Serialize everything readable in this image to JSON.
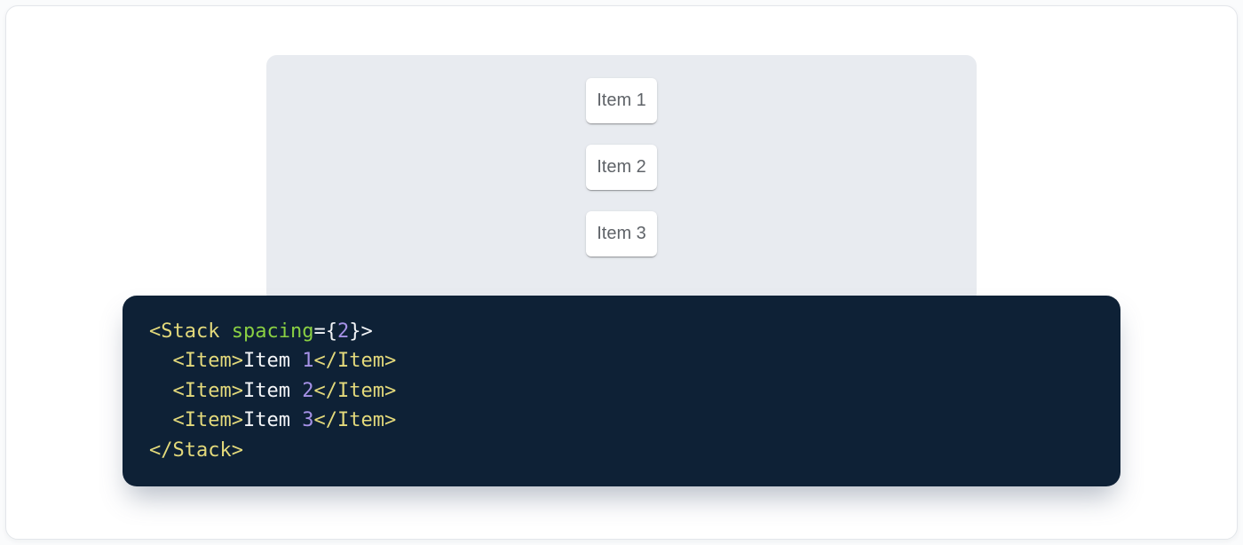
{
  "demo": {
    "items": [
      {
        "label": "Item 1"
      },
      {
        "label": "Item 2"
      },
      {
        "label": "Item 3"
      }
    ]
  },
  "code": {
    "language": "jsx",
    "lines": [
      {
        "tokens": [
          {
            "text": "<Stack",
            "type": "tag"
          },
          {
            "text": " ",
            "type": "plain"
          },
          {
            "text": "spacing",
            "type": "attr"
          },
          {
            "text": "=",
            "type": "plain"
          },
          {
            "text": "{",
            "type": "plain"
          },
          {
            "text": "2",
            "type": "number"
          },
          {
            "text": "}",
            "type": "plain"
          },
          {
            "text": ">",
            "type": "plain"
          }
        ]
      },
      {
        "tokens": [
          {
            "text": "  ",
            "type": "plain"
          },
          {
            "text": "<Item>",
            "type": "tag"
          },
          {
            "text": "Item ",
            "type": "plain"
          },
          {
            "text": "1",
            "type": "number"
          },
          {
            "text": "</Item>",
            "type": "tag"
          }
        ]
      },
      {
        "tokens": [
          {
            "text": "  ",
            "type": "plain"
          },
          {
            "text": "<Item>",
            "type": "tag"
          },
          {
            "text": "Item ",
            "type": "plain"
          },
          {
            "text": "2",
            "type": "number"
          },
          {
            "text": "</Item>",
            "type": "tag"
          }
        ]
      },
      {
        "tokens": [
          {
            "text": "  ",
            "type": "plain"
          },
          {
            "text": "<Item>",
            "type": "tag"
          },
          {
            "text": "Item ",
            "type": "plain"
          },
          {
            "text": "3",
            "type": "number"
          },
          {
            "text": "</Item>",
            "type": "tag"
          }
        ]
      },
      {
        "tokens": [
          {
            "text": "</Stack>",
            "type": "tag"
          }
        ]
      }
    ]
  },
  "colors": {
    "page_bg": "#ffffff",
    "page_border": "#e3e6ea",
    "panel_bg": "#e8ebf0",
    "card_bg": "#ffffff",
    "card_text": "#5f6368",
    "code_bg": "#0e2136",
    "tok_tag": "#e3d97b",
    "tok_attr": "#8ad043",
    "tok_number": "#a591e6",
    "tok_plain": "#f2f4f7"
  }
}
